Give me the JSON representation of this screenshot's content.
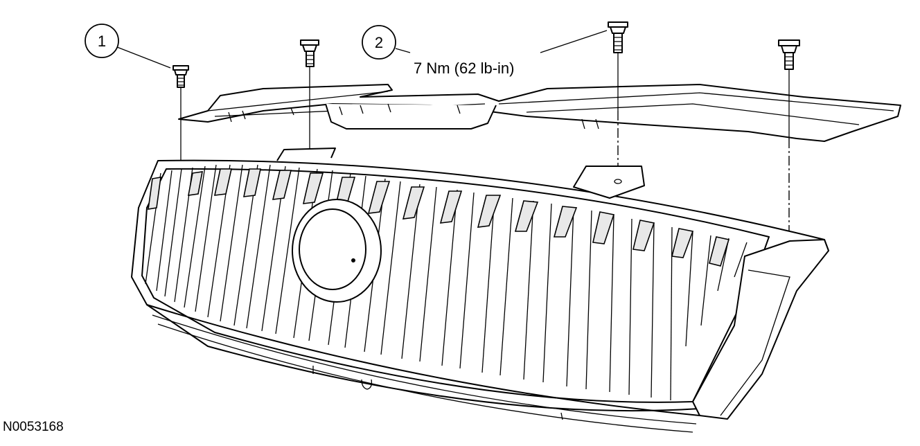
{
  "callouts": [
    {
      "id": "callout-1",
      "number": "1"
    },
    {
      "id": "callout-2",
      "number": "2"
    }
  ],
  "torque_spec": "7 Nm (62 lb-in)",
  "figure_id": "N0053168"
}
